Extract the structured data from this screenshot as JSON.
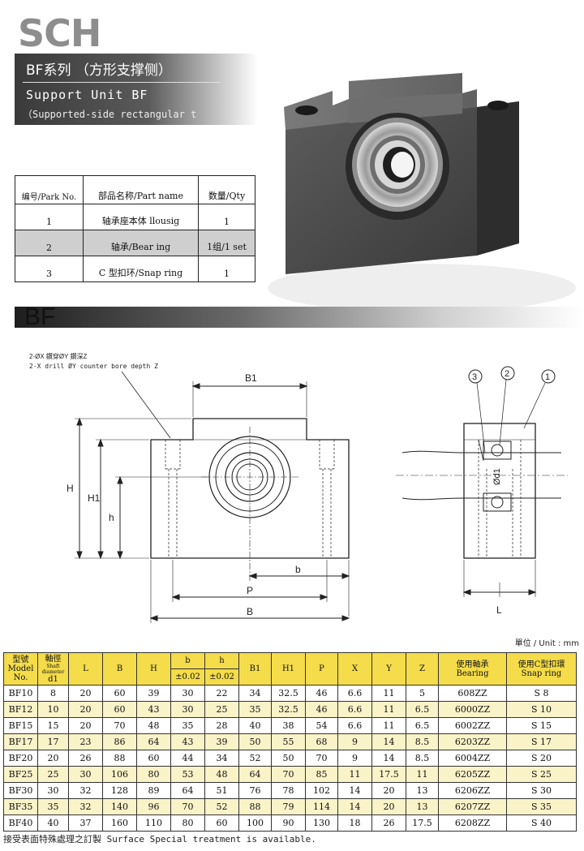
{
  "brand": "SCH",
  "header": {
    "title_cn": "BF系列 （方形支撑侧）",
    "title_en": "Support Unit BF",
    "subtitle": "（Supported-side rectangular t"
  },
  "parts_table": {
    "headers": [
      "编号/Park No.",
      "部品名称/Part name",
      "数量/Qty"
    ],
    "rows": [
      [
        "1",
        "轴承座本体 llousig",
        "1"
      ],
      [
        "2",
        "轴承/Bear ing",
        "1组/1 set"
      ],
      [
        "3",
        "C 型扣环/Snap ring",
        "1"
      ]
    ]
  },
  "section_label": "BF",
  "drawing": {
    "note_cn": "2-ØX 鑽穿ØY 鑽深Z",
    "note_en": "2-X drill ØY counter bore depth Z",
    "dims": {
      "B1": "B1",
      "H": "H",
      "H1": "H1",
      "h": "h",
      "b": "b",
      "P": "P",
      "B": "B",
      "d1": "Ød1",
      "L": "L"
    },
    "balloons": [
      "3",
      "2",
      "1"
    ]
  },
  "unit": "單位 / Unit : mm",
  "spec_table": {
    "headers": {
      "model_cn": "型號",
      "model_en": "Model No.",
      "shaft_cn": "軸徑",
      "shaft_en": "Shaft diameter",
      "shaft_sym": "d1",
      "L": "L",
      "B": "B",
      "H": "H",
      "b": "b",
      "h": "h",
      "tol_b": "±0.02",
      "tol_h": "±0.02",
      "B1": "B1",
      "H1": "H1",
      "P": "P",
      "X": "X",
      "Y": "Y",
      "Z": "Z",
      "bearing_cn": "使用軸承",
      "bearing_en": "Bearing",
      "snap_cn": "使用C型扣環",
      "snap_en": "Snap ring"
    },
    "rows": [
      [
        "BF10",
        "8",
        "20",
        "60",
        "39",
        "30",
        "22",
        "34",
        "32.5",
        "46",
        "6.6",
        "11",
        "5",
        "608ZZ",
        "S 8"
      ],
      [
        "BF12",
        "10",
        "20",
        "60",
        "43",
        "30",
        "25",
        "35",
        "32.5",
        "46",
        "6.6",
        "11",
        "6.5",
        "6000ZZ",
        "S 10"
      ],
      [
        "BF15",
        "15",
        "20",
        "70",
        "48",
        "35",
        "28",
        "40",
        "38",
        "54",
        "6.6",
        "11",
        "6.5",
        "6002ZZ",
        "S 15"
      ],
      [
        "BF17",
        "17",
        "23",
        "86",
        "64",
        "43",
        "39",
        "50",
        "55",
        "68",
        "9",
        "14",
        "8.5",
        "6203ZZ",
        "S 17"
      ],
      [
        "BF20",
        "20",
        "26",
        "88",
        "60",
        "44",
        "34",
        "52",
        "50",
        "70",
        "9",
        "14",
        "8.5",
        "6004ZZ",
        "S 20"
      ],
      [
        "BF25",
        "25",
        "30",
        "106",
        "80",
        "53",
        "48",
        "64",
        "70",
        "85",
        "11",
        "17.5",
        "11",
        "6205ZZ",
        "S 25"
      ],
      [
        "BF30",
        "30",
        "32",
        "128",
        "89",
        "64",
        "51",
        "76",
        "78",
        "102",
        "14",
        "20",
        "13",
        "6206ZZ",
        "S 30"
      ],
      [
        "BF35",
        "35",
        "32",
        "140",
        "96",
        "70",
        "52",
        "88",
        "79",
        "114",
        "14",
        "20",
        "13",
        "6207ZZ",
        "S 35"
      ],
      [
        "BF40",
        "40",
        "37",
        "160",
        "110",
        "80",
        "60",
        "100",
        "90",
        "130",
        "18",
        "26",
        "17.5",
        "6208ZZ",
        "S 40"
      ]
    ]
  },
  "footnote": "接受表面特殊處理之訂製 Surface Special treatment is available."
}
